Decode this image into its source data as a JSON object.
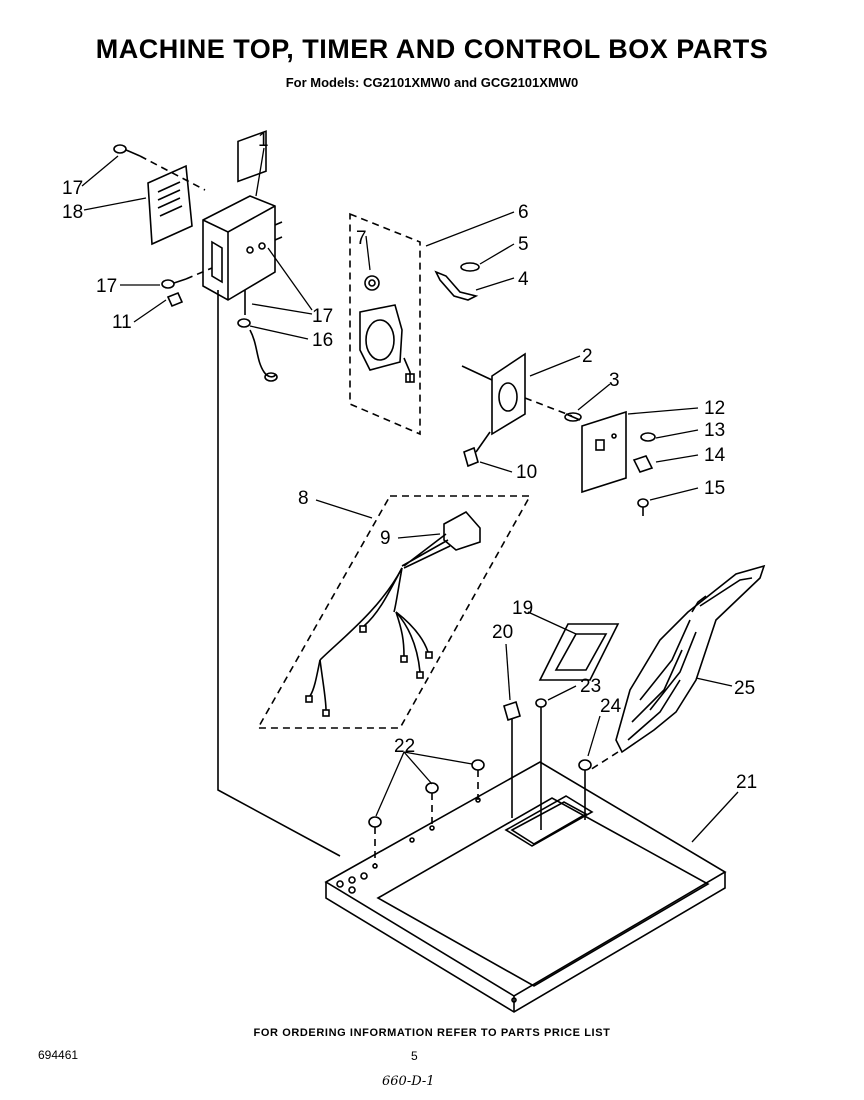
{
  "header": {
    "title": "MACHINE TOP, TIMER AND CONTROL BOX PARTS",
    "subtitle": "For Models: CG2101XMW0 and GCG2101XMW0"
  },
  "callouts": [
    "1",
    "2",
    "3",
    "4",
    "5",
    "6",
    "7",
    "8",
    "9",
    "10",
    "11",
    "12",
    "13",
    "14",
    "15",
    "16",
    "17",
    "17",
    "17",
    "18",
    "19",
    "20",
    "21",
    "22",
    "23",
    "24",
    "25"
  ],
  "footer": {
    "ordering_note": "FOR ORDERING INFORMATION REFER TO PARTS PRICE LIST",
    "document_number": "694461",
    "page_number": "5",
    "handwritten_note": "660-D-1"
  }
}
